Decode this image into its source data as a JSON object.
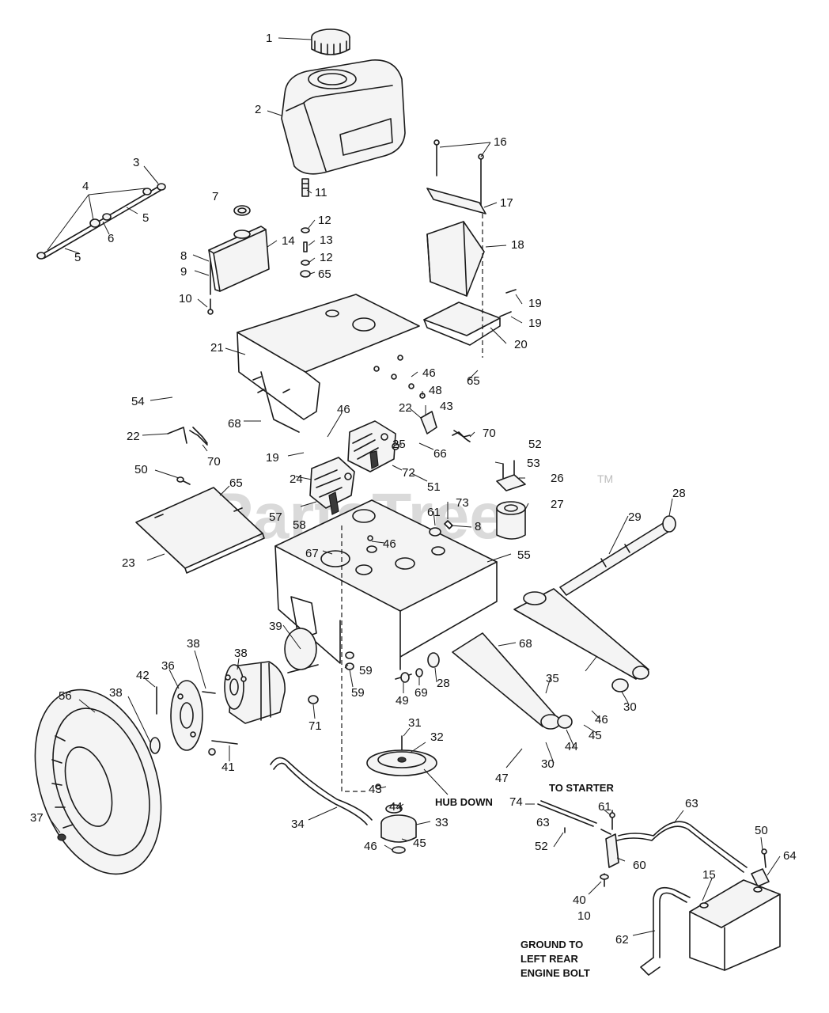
{
  "watermark": {
    "text": "PartsTree",
    "trademark": "TM"
  },
  "notes": {
    "hub_down": "HUB DOWN",
    "to_starter": "TO STARTER",
    "ground_line1": "GROUND TO",
    "ground_line2": "LEFT REAR",
    "ground_line3": "ENGINE BOLT"
  },
  "callouts": [
    {
      "id": "c1",
      "label": "1"
    },
    {
      "id": "c2",
      "label": "2"
    },
    {
      "id": "c3",
      "label": "3"
    },
    {
      "id": "c4",
      "label": "4"
    },
    {
      "id": "c5a",
      "label": "5"
    },
    {
      "id": "c5b",
      "label": "5"
    },
    {
      "id": "c6",
      "label": "6"
    },
    {
      "id": "c7",
      "label": "7"
    },
    {
      "id": "c8a",
      "label": "8"
    },
    {
      "id": "c8b",
      "label": "8"
    },
    {
      "id": "c9",
      "label": "9"
    },
    {
      "id": "c10a",
      "label": "10"
    },
    {
      "id": "c10b",
      "label": "10"
    },
    {
      "id": "c11",
      "label": "11"
    },
    {
      "id": "c12a",
      "label": "12"
    },
    {
      "id": "c12b",
      "label": "12"
    },
    {
      "id": "c13",
      "label": "13"
    },
    {
      "id": "c14",
      "label": "14"
    },
    {
      "id": "c15",
      "label": "15"
    },
    {
      "id": "c16",
      "label": "16"
    },
    {
      "id": "c17",
      "label": "17"
    },
    {
      "id": "c18",
      "label": "18"
    },
    {
      "id": "c19a",
      "label": "19"
    },
    {
      "id": "c19b",
      "label": "19"
    },
    {
      "id": "c19c",
      "label": "19"
    },
    {
      "id": "c20",
      "label": "20"
    },
    {
      "id": "c21",
      "label": "21"
    },
    {
      "id": "c22a",
      "label": "22"
    },
    {
      "id": "c22b",
      "label": "22"
    },
    {
      "id": "c23",
      "label": "23"
    },
    {
      "id": "c24",
      "label": "24"
    },
    {
      "id": "c25",
      "label": "25"
    },
    {
      "id": "c26",
      "label": "26"
    },
    {
      "id": "c27",
      "label": "27"
    },
    {
      "id": "c28a",
      "label": "28"
    },
    {
      "id": "c28b",
      "label": "28"
    },
    {
      "id": "c29",
      "label": "29"
    },
    {
      "id": "c30a",
      "label": "30"
    },
    {
      "id": "c30b",
      "label": "30"
    },
    {
      "id": "c31",
      "label": "31"
    },
    {
      "id": "c32",
      "label": "32"
    },
    {
      "id": "c33",
      "label": "33"
    },
    {
      "id": "c34",
      "label": "34"
    },
    {
      "id": "c35",
      "label": "35"
    },
    {
      "id": "c36",
      "label": "36"
    },
    {
      "id": "c37",
      "label": "37"
    },
    {
      "id": "c38a",
      "label": "38"
    },
    {
      "id": "c38b",
      "label": "38"
    },
    {
      "id": "c38c",
      "label": "38"
    },
    {
      "id": "c39",
      "label": "39"
    },
    {
      "id": "c40",
      "label": "40"
    },
    {
      "id": "c41",
      "label": "41"
    },
    {
      "id": "c42",
      "label": "42"
    },
    {
      "id": "c43a",
      "label": "43"
    },
    {
      "id": "c43b",
      "label": "43"
    },
    {
      "id": "c44a",
      "label": "44"
    },
    {
      "id": "c44b",
      "label": "44"
    },
    {
      "id": "c45a",
      "label": "45"
    },
    {
      "id": "c45b",
      "label": "45"
    },
    {
      "id": "c46a",
      "label": "46"
    },
    {
      "id": "c46b",
      "label": "46"
    },
    {
      "id": "c46c",
      "label": "46"
    },
    {
      "id": "c46d",
      "label": "46"
    },
    {
      "id": "c46e",
      "label": "46"
    },
    {
      "id": "c47",
      "label": "47"
    },
    {
      "id": "c48",
      "label": "48"
    },
    {
      "id": "c49",
      "label": "49"
    },
    {
      "id": "c50a",
      "label": "50"
    },
    {
      "id": "c50b",
      "label": "50"
    },
    {
      "id": "c51",
      "label": "51"
    },
    {
      "id": "c52a",
      "label": "52"
    },
    {
      "id": "c52b",
      "label": "52"
    },
    {
      "id": "c53",
      "label": "53"
    },
    {
      "id": "c54",
      "label": "54"
    },
    {
      "id": "c55",
      "label": "55"
    },
    {
      "id": "c56",
      "label": "56"
    },
    {
      "id": "c57",
      "label": "57"
    },
    {
      "id": "c58",
      "label": "58"
    },
    {
      "id": "c59a",
      "label": "59"
    },
    {
      "id": "c59b",
      "label": "59"
    },
    {
      "id": "c60",
      "label": "60"
    },
    {
      "id": "c61a",
      "label": "61"
    },
    {
      "id": "c61b",
      "label": "61"
    },
    {
      "id": "c62",
      "label": "62"
    },
    {
      "id": "c63a",
      "label": "63"
    },
    {
      "id": "c63b",
      "label": "63"
    },
    {
      "id": "c64",
      "label": "64"
    },
    {
      "id": "c65a",
      "label": "65"
    },
    {
      "id": "c65b",
      "label": "65"
    },
    {
      "id": "c65c",
      "label": "65"
    },
    {
      "id": "c66",
      "label": "66"
    },
    {
      "id": "c67",
      "label": "67"
    },
    {
      "id": "c68a",
      "label": "68"
    },
    {
      "id": "c68b",
      "label": "68"
    },
    {
      "id": "c69",
      "label": "69"
    },
    {
      "id": "c70a",
      "label": "70"
    },
    {
      "id": "c70b",
      "label": "70"
    },
    {
      "id": "c71",
      "label": "71"
    },
    {
      "id": "c72",
      "label": "72"
    },
    {
      "id": "c73",
      "label": "73"
    },
    {
      "id": "c74",
      "label": "74"
    }
  ]
}
